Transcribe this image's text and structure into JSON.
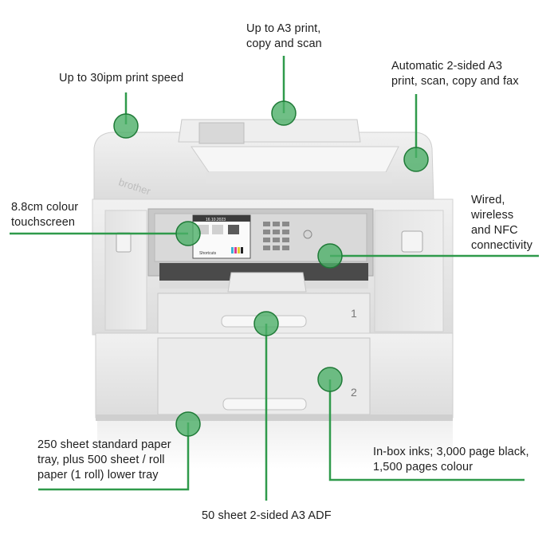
{
  "colors": {
    "accent": "#2f9a4b",
    "callout_dot": "#4caf68",
    "printer_body": "#e6e6e6",
    "text": "#1e1e1e"
  },
  "brand": "brother",
  "printer": {
    "tray_1": "1",
    "tray_2": "2",
    "screen_date": "16.10.2023",
    "screen_shortcut": "Shortcuts"
  },
  "callouts": {
    "print_speed": {
      "lines": [
        "Up to 30ipm print speed"
      ]
    },
    "a3_print": {
      "lines": [
        "Up to A3 print,",
        "copy and scan"
      ]
    },
    "two_sided": {
      "lines": [
        "Automatic 2-sided A3",
        "print, scan, copy and fax"
      ]
    },
    "touchscreen": {
      "lines": [
        "8.8cm colour",
        "touchscreen"
      ]
    },
    "connectivity": {
      "lines": [
        "Wired,",
        "wireless",
        "and NFC",
        "connectivity"
      ]
    },
    "paper_tray": {
      "lines": [
        "250 sheet standard paper",
        "tray, plus 500 sheet / roll",
        "paper (1 roll) lower tray"
      ]
    },
    "adf": {
      "lines": [
        "50 sheet 2-sided A3 ADF"
      ]
    },
    "inks": {
      "lines": [
        "In-box inks; 3,000 page black,",
        "1,500 pages colour"
      ]
    }
  }
}
